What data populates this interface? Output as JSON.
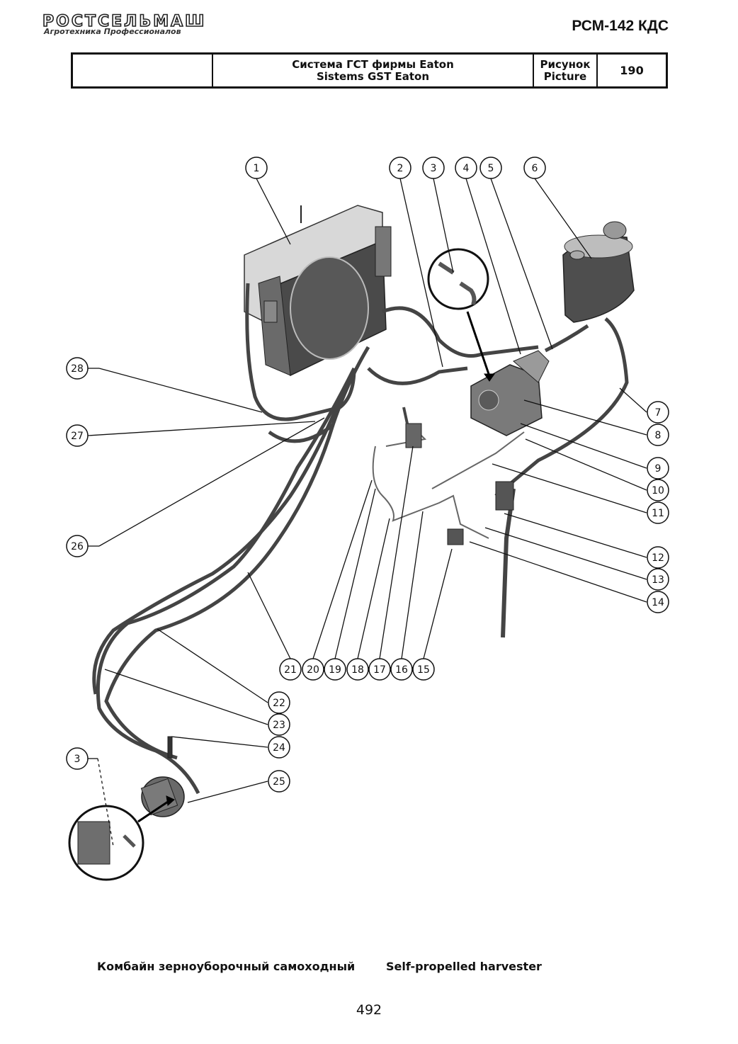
{
  "header": {
    "logo_text": "РОСТСЕЛЬМАШ",
    "logo_subtitle": "Агротехника Профессионалов",
    "model": "РСМ-142 КДС"
  },
  "title_block": {
    "blank": "",
    "title_ru": "Система ГСТ фирмы Eaton",
    "title_en": "Sistems GST Eaton",
    "picture_label_ru": "Рисунок",
    "picture_label_en": "Picture",
    "picture_number": "190"
  },
  "callouts": [
    "1",
    "2",
    "3",
    "4",
    "5",
    "6",
    "7",
    "8",
    "9",
    "10",
    "11",
    "12",
    "13",
    "14",
    "15",
    "16",
    "17",
    "18",
    "19",
    "20",
    "21",
    "22",
    "23",
    "24",
    "25",
    "26",
    "27",
    "28",
    "3"
  ],
  "footer": {
    "description_ru": "Комбайн зерноуборочный самоходный",
    "description_en": "Self-propelled harvester",
    "page_number": "492"
  }
}
